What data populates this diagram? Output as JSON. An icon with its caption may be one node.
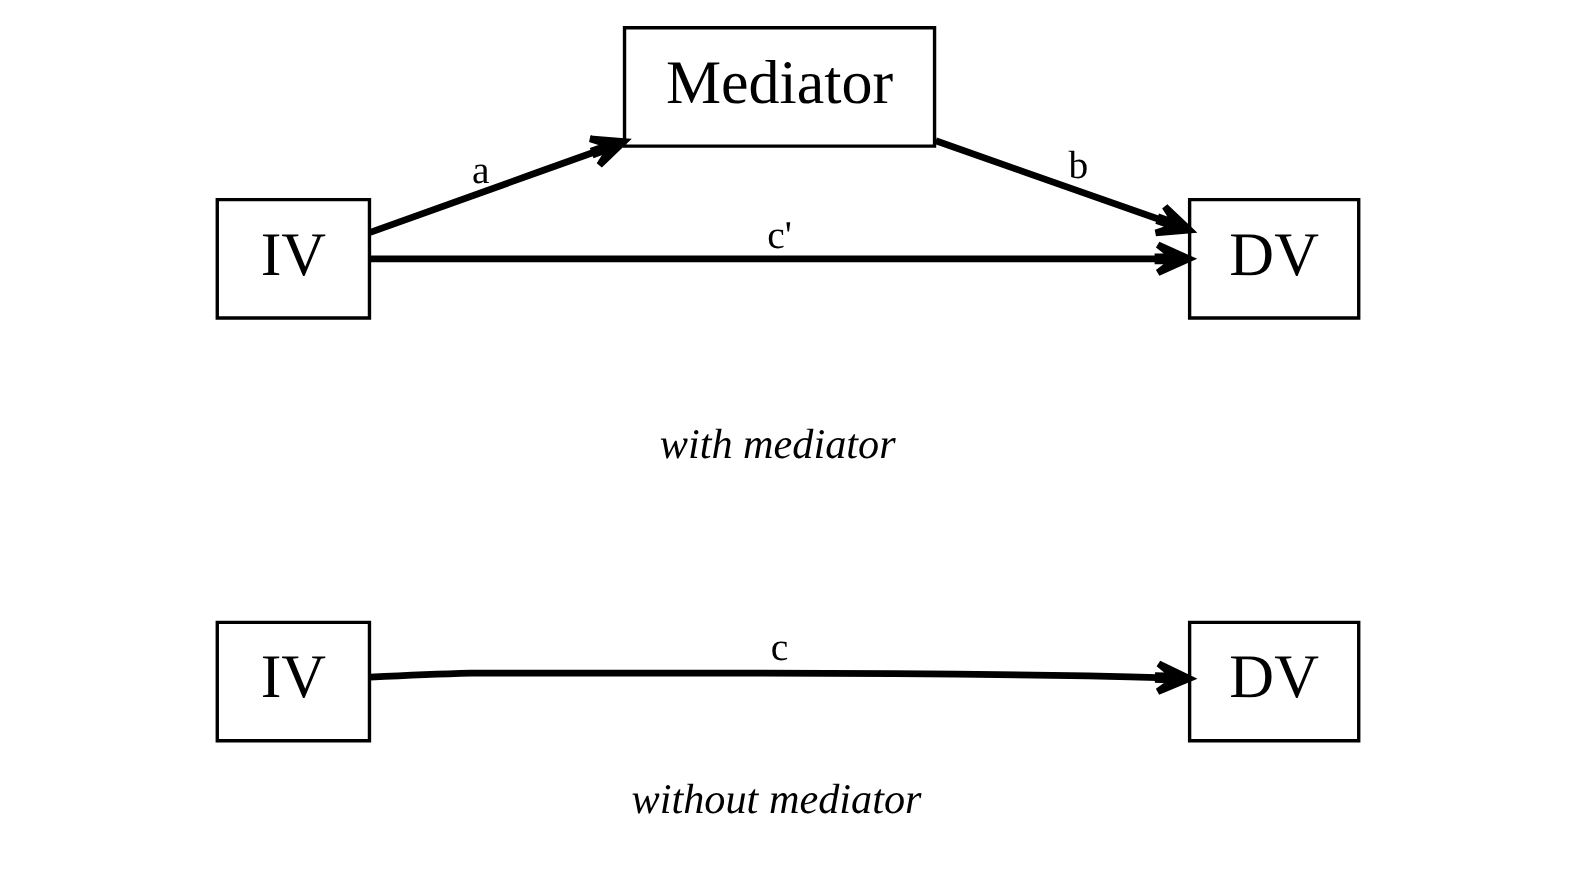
{
  "diagram": {
    "nodes": [
      {
        "text": [
          "IV"
        ]
      },
      {
        "text": [
          "DV"
        ]
      },
      {
        "text": [
          "Mediator"
        ]
      },
      {
        "text": [
          "IV"
        ]
      },
      {
        "text": [
          "DV"
        ]
      }
    ],
    "edges": [
      {
        "from": 0,
        "to": 1,
        "arrow": "to",
        "label": "c"
      },
      {
        "from": 3,
        "to": 2,
        "arrow": "to",
        "label": "a"
      },
      {
        "from": 2,
        "to": 4,
        "arrow": "to",
        "label": "b"
      },
      {
        "from": 3,
        "to": 4,
        "arrow": "to",
        "label": "c'"
      }
    ],
    "labels": [
      "without mediator",
      "with mediator"
    ]
  }
}
